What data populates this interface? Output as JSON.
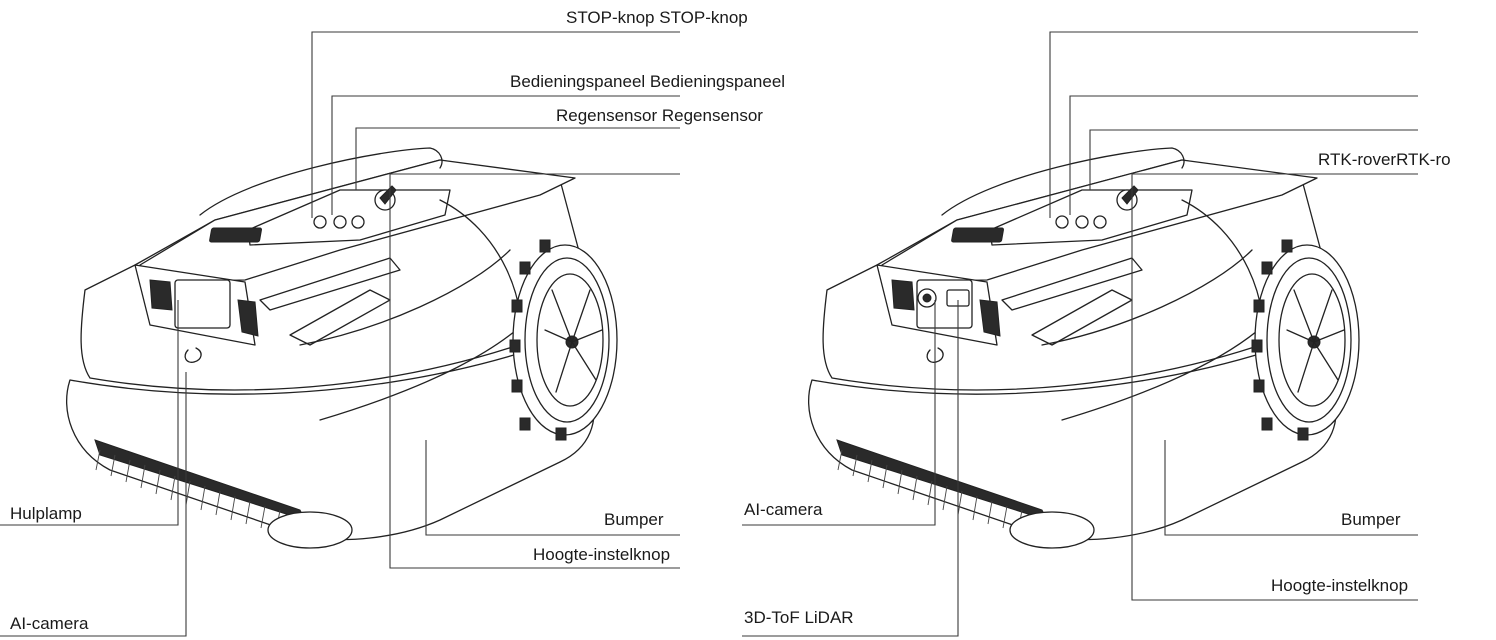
{
  "diagram": {
    "left": {
      "labels": {
        "stop": "STOP-knop STOP-knop",
        "panel": "Bedieningspaneel Bedieningspaneel",
        "rain": "Regensensor Regensensor",
        "lamp": "Hulplamp",
        "bumper": "Bumper",
        "height": "Hoogte-instelknop",
        "camera": "AI-camera"
      }
    },
    "right": {
      "labels": {
        "rtk": "RTK-roverRTK-ro",
        "camera": "AI-camera",
        "bumper": "Bumper",
        "height": "Hoogte-instelknop",
        "lidar": "3D-ToF LiDAR"
      }
    },
    "colors": {
      "line": "#3a3a3a",
      "text": "#1a1a1a",
      "background": "#ffffff"
    }
  }
}
